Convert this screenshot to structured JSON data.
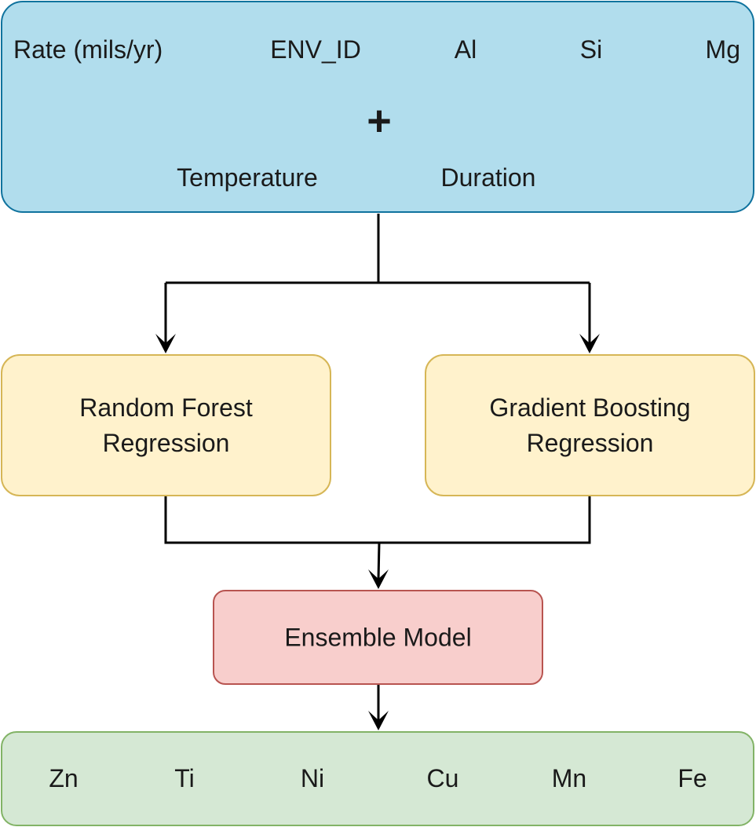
{
  "colors": {
    "inputs_fill": "#b1dded",
    "inputs_stroke": "#10739e",
    "model_fill": "#fff2cc",
    "model_stroke": "#d6b656",
    "ensemble_fill": "#f8cecc",
    "ensemble_stroke": "#b85450",
    "outputs_fill": "#d5e8d4",
    "outputs_stroke": "#82b366",
    "connector": "#000000"
  },
  "inputs": {
    "top_row": [
      "Rate (mils/yr)",
      "ENV_ID",
      "Al",
      "Si",
      "Mg"
    ],
    "plus": "+",
    "bottom_row": [
      "Temperature",
      "Duration"
    ]
  },
  "models": {
    "random_forest": {
      "line1": "Random Forest",
      "line2": "Regression"
    },
    "gradient_boosting": {
      "line1": "Gradient Boosting",
      "line2": "Regression"
    }
  },
  "ensemble": {
    "label": "Ensemble Model"
  },
  "outputs": {
    "items": [
      "Zn",
      "Ti",
      "Ni",
      "Cu",
      "Mn",
      "Fe"
    ]
  }
}
